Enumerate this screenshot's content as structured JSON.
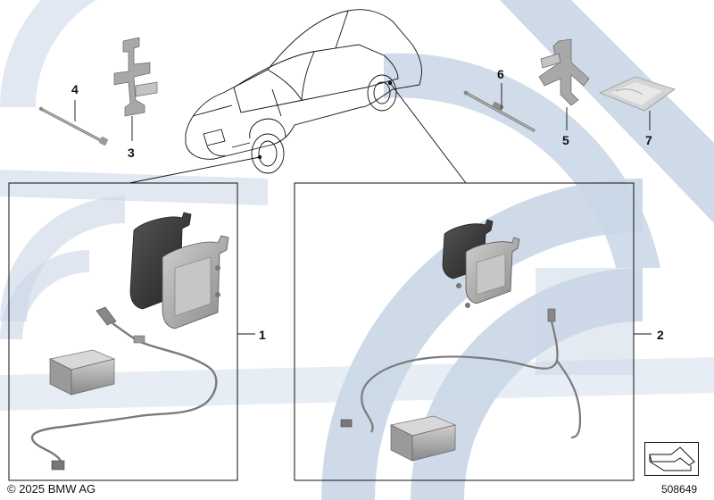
{
  "diagram": {
    "callouts": {
      "kit_front": "1",
      "kit_rear": "2",
      "clip_left": "3",
      "pin_left": "4",
      "clip_right": "5",
      "pin_right": "6",
      "grease_sachet": "7"
    },
    "copyright": "© 2025 BMW AG",
    "reference_number": "508649",
    "colors": {
      "watermark": "#c9d6e6",
      "line": "#111111",
      "pad_dark": "#3a3a3a",
      "pad_light": "#b8b8b8",
      "metal": "#9a9a9a"
    },
    "icons": [
      "car-outline-icon",
      "brake-pad-icon",
      "wear-sensor-cable-icon",
      "grease-sachet-icon",
      "arrow-nav-icon"
    ]
  }
}
